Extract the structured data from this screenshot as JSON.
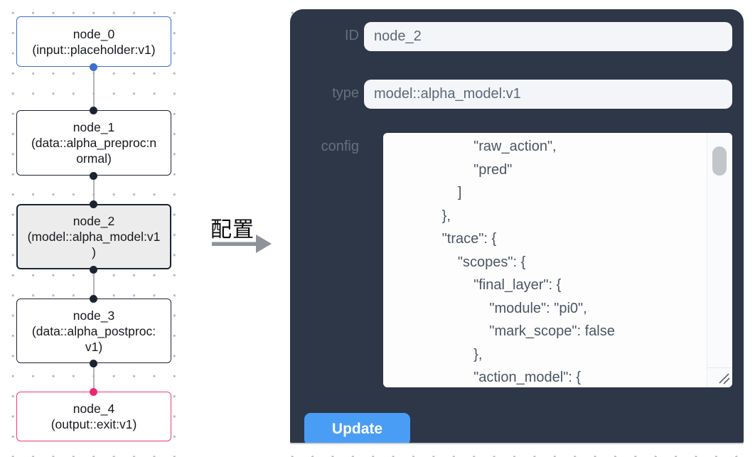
{
  "flow": {
    "nodes": [
      {
        "title": "node_0",
        "subtitle": "(input::placeholder:v1)",
        "accent": "blue"
      },
      {
        "title": "node_1",
        "subtitle": "(data::alpha_preproc:n\normal)",
        "accent": "default"
      },
      {
        "title": "node_2",
        "subtitle": "(model::alpha_model:v1\n)",
        "accent": "selected"
      },
      {
        "title": "node_3",
        "subtitle": "(data::alpha_postproc:\nv1)",
        "accent": "default"
      },
      {
        "title": "node_4",
        "subtitle": "(output::exit:v1)",
        "accent": "pink"
      }
    ]
  },
  "annotation": {
    "label": "配置"
  },
  "panel": {
    "fields": [
      {
        "label": "ID",
        "value": "node_2"
      },
      {
        "label": "type",
        "value": "model::alpha_model:v1"
      },
      {
        "label": "config",
        "value": "                    \"raw_action\",\n                    \"pred\"\n                ]\n            },\n            \"trace\": {\n                \"scopes\": {\n                    \"final_layer\": {\n                        \"module\": \"pi0\",\n                        \"mark_scope\": false\n                    },\n                    \"action_model\": {"
      }
    ],
    "update_label": "Update"
  },
  "colors": {
    "node-blue": "#3b6fd1",
    "node-pink": "#ed3a7d",
    "dot-pink": "#f0246e",
    "handle-dark": "#1b2333",
    "edge-gray": "#b4b4bb",
    "panel-bg": "#2d3748",
    "button-blue": "#4a9df5"
  }
}
